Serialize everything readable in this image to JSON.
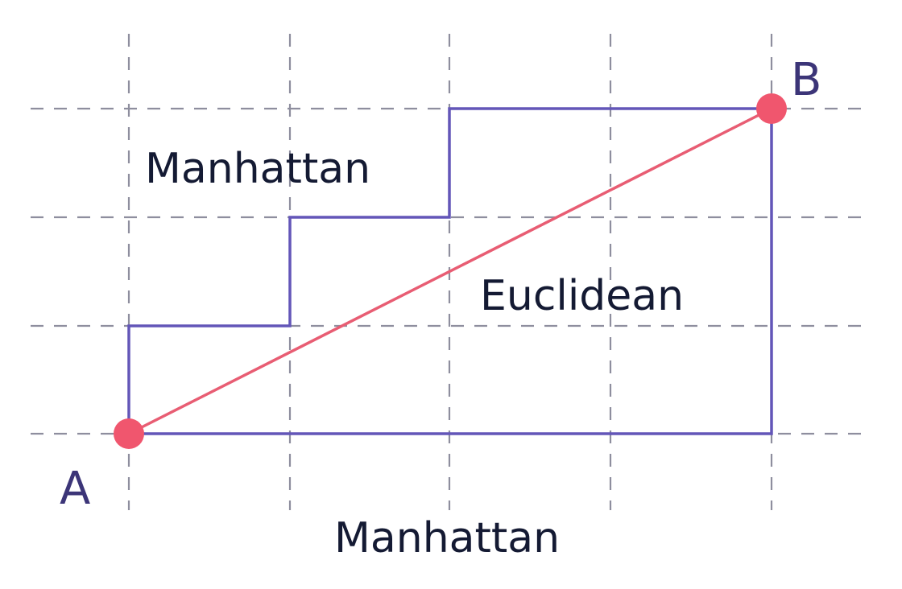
{
  "labels": {
    "point_a": "A",
    "point_b": "B",
    "manhattan_upper": "Manhattan",
    "manhattan_lower": "Manhattan",
    "euclidean": "Euclidean"
  },
  "colors": {
    "manhattan": "#6356b8",
    "euclidean": "#e85d73",
    "points": "#f0566e",
    "grid": "#8e8e9e",
    "text": "#141a33",
    "point_labels": "#3c3578"
  }
}
